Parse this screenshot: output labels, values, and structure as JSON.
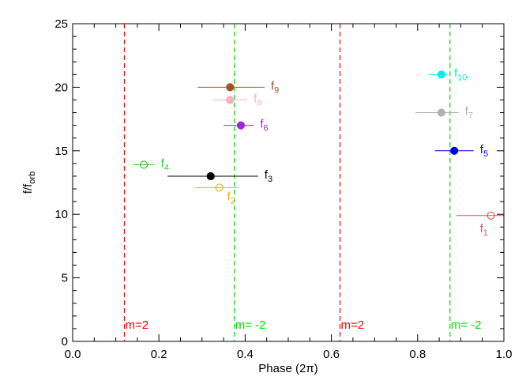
{
  "chart_data": {
    "type": "scatter",
    "xlabel": "Phase (2π)",
    "ylabel": {
      "main": "f/f",
      "sub": "orb"
    },
    "xlim": [
      0.0,
      1.0
    ],
    "ylim": [
      0,
      25
    ],
    "xticks": [
      0.0,
      0.2,
      0.4,
      0.6,
      0.8,
      1.0
    ],
    "xtick_labels": [
      "0.0",
      "0.2",
      "0.4",
      "0.6",
      "0.8",
      "1.0"
    ],
    "yticks": [
      0,
      5,
      10,
      15,
      20,
      25
    ],
    "ytick_labels": [
      "0",
      "5",
      "10",
      "15",
      "20",
      "25"
    ],
    "grid": false,
    "vlines": [
      {
        "x": 0.12,
        "color": "#ff0000",
        "label": "m=2"
      },
      {
        "x": 0.375,
        "color": "#00dd00",
        "label": "m= -2"
      },
      {
        "x": 0.62,
        "color": "#ff0000",
        "label": "m=2"
      },
      {
        "x": 0.875,
        "color": "#00dd00",
        "label": "m= -2"
      }
    ],
    "series": [
      {
        "name": "f",
        "sub": "1",
        "x": 0.97,
        "y": 9.9,
        "xerr_low": 0.08,
        "xerr_high": 0.03,
        "filled": false,
        "color": "#e05555",
        "label_pos": "below-left"
      },
      {
        "name": "f",
        "sub": "2",
        "x": 0.34,
        "y": 12.1,
        "xerr_low": 0.055,
        "xerr_high": 0.045,
        "filled": false,
        "color": "#e8b020",
        "label_pos": "below-right"
      },
      {
        "name": "f",
        "sub": "3",
        "x": 0.32,
        "y": 13.0,
        "xerr_low": 0.1,
        "xerr_high": 0.11,
        "filled": true,
        "color": "#000000",
        "label_pos": "right"
      },
      {
        "name": "f",
        "sub": "4",
        "x": 0.165,
        "y": 13.9,
        "xerr_low": 0.025,
        "xerr_high": 0.025,
        "filled": false,
        "color": "#33cc33",
        "label_pos": "right"
      },
      {
        "name": "f",
        "sub": "5",
        "x": 0.885,
        "y": 15.0,
        "xerr_low": 0.045,
        "xerr_high": 0.045,
        "filled": true,
        "color": "#0000dd",
        "label_pos": "right"
      },
      {
        "name": "f",
        "sub": "6",
        "x": 0.39,
        "y": 17.0,
        "xerr_low": 0.04,
        "xerr_high": 0.03,
        "filled": true,
        "color": "#a020f0",
        "label_pos": "right"
      },
      {
        "name": "f",
        "sub": "7",
        "x": 0.855,
        "y": 18.0,
        "xerr_low": 0.06,
        "xerr_high": 0.04,
        "filled": true,
        "color": "#b0b0b0",
        "label_pos": "right"
      },
      {
        "name": "f",
        "sub": "8",
        "x": 0.365,
        "y": 19.0,
        "xerr_low": 0.04,
        "xerr_high": 0.04,
        "filled": true,
        "color": "#ffb0c0",
        "label_pos": "right"
      },
      {
        "name": "f",
        "sub": "9",
        "x": 0.365,
        "y": 20.0,
        "xerr_low": 0.075,
        "xerr_high": 0.08,
        "filled": true,
        "color": "#a0522d",
        "label_pos": "right"
      },
      {
        "name": "f",
        "sub": "10",
        "x": 0.855,
        "y": 21.0,
        "xerr_low": 0.03,
        "xerr_high": 0.015,
        "filled": true,
        "color": "#00eeee",
        "label_pos": "right"
      }
    ]
  }
}
